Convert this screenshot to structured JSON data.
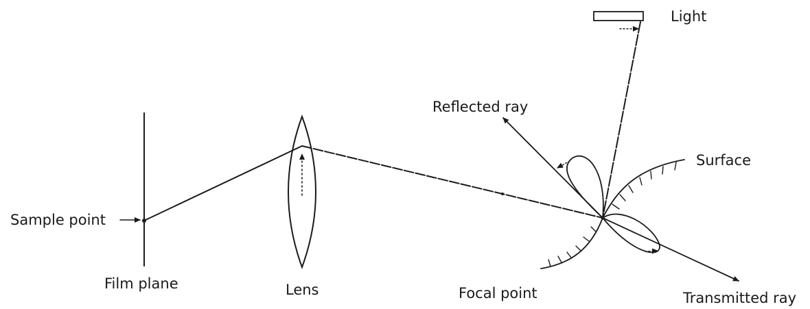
{
  "labels": {
    "light": "Light",
    "reflected_ray": "Reflected ray",
    "surface": "Surface",
    "sample_point": "Sample point",
    "film_plane": "Film plane",
    "lens": "Lens",
    "focal_point": "Focal point",
    "transmitted_ray": "Transmitted ray"
  }
}
